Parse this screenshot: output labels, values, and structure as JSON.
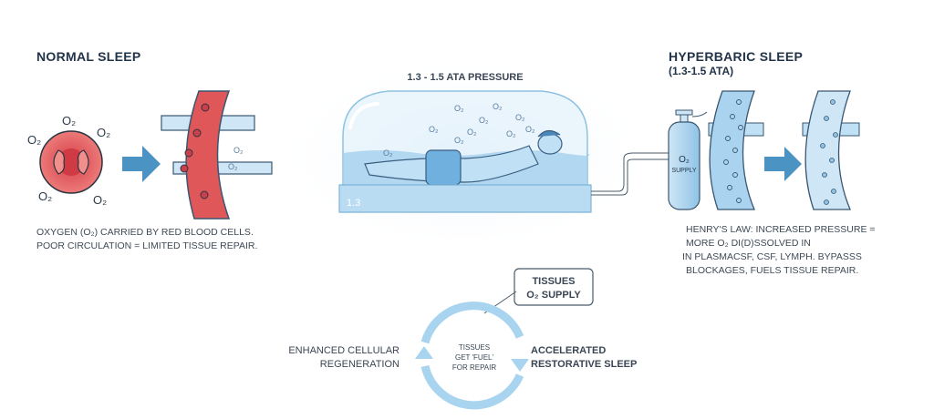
{
  "left": {
    "title": "NORMAL SLEEP",
    "o2_labels": [
      "O₂",
      "O₂",
      "O₂",
      "O₂",
      "O₂"
    ],
    "vessel_o2": [
      "O₂",
      "O₂"
    ],
    "caption_lines": [
      "OXYGEN (O₂) CARRIED BY RED BLOOD CELLS.",
      "POOR CIRCULATION = LIMITED TISSUE REPAIR."
    ]
  },
  "center": {
    "title": "1.3 - 1.5 ATA PRESSURE",
    "gauge_label": "1.3",
    "o2_labels": [
      "O₂",
      "O₂",
      "O₂",
      "O₂",
      "O₂",
      "O₂",
      "O₂",
      "O₂",
      "O₂",
      "O₂"
    ]
  },
  "right": {
    "title": "HYPERBARIC SLEEP",
    "subtitle": "(1.3-1.5 ATA)",
    "tank_label_1": "O₂",
    "tank_label_2": "SUPPLY",
    "caption_lines": [
      "HENRY'S LAW: INCREASED PRESSURE =",
      "MORE O₂ DI(D)SSOLVED IN",
      "IN PLASMACSF, CSF, LYMPH. BYPASSS",
      "BLOCKAGES, FUELS TISSUE REPAIR."
    ]
  },
  "cycle": {
    "callout_lines": [
      "TISSUES",
      "O₂ SUPPLY"
    ],
    "center_lines": [
      "TISSUES",
      "GET 'FUEL'",
      "FOR REPAIR"
    ],
    "left_lines": [
      "ENHANCED CELLULAR",
      "REGENERATION"
    ],
    "right_lines": [
      "ACCELERATED",
      "RESTORATIVE SLEEP"
    ]
  },
  "colors": {
    "blood": "#e0575a",
    "water": "#a9d3ef",
    "arrow": "#4b93c2",
    "cycle": "#a8d4ef",
    "ink": "#22344a"
  }
}
